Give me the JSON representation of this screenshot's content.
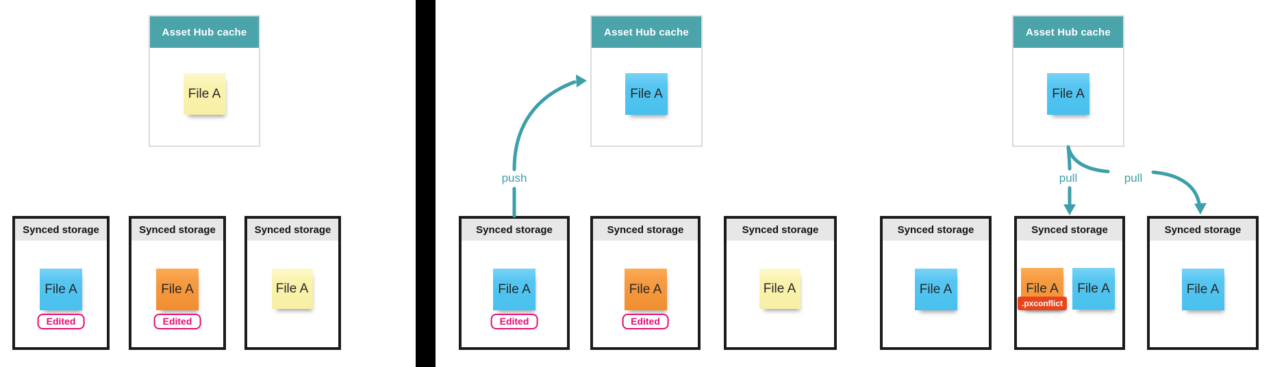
{
  "colors": {
    "teal_header": "#4aa4aa",
    "arrow_teal": "#3d9fa8",
    "note_blue": "#54c6f1",
    "note_orange": "#f69c42",
    "note_yellow": "#faf3ae",
    "edited_pink": "#e40d72",
    "conflict_red": "#e8451d",
    "storage_header_gray": "#e7e7e7",
    "storage_border": "#1b1b1b",
    "divider_black": "#000000"
  },
  "panels": [
    {
      "cache": {
        "title": "Asset Hub cache",
        "file": {
          "label": "File A",
          "color": "yellow"
        }
      },
      "storages": [
        {
          "title": "Synced storage",
          "files": [
            {
              "label": "File A",
              "color": "blue"
            }
          ],
          "badge": "Edited"
        },
        {
          "title": "Synced storage",
          "files": [
            {
              "label": "File A",
              "color": "orange"
            }
          ],
          "badge": "Edited"
        },
        {
          "title": "Synced storage",
          "files": [
            {
              "label": "File A",
              "color": "yellow"
            }
          ]
        }
      ]
    },
    {
      "cache": {
        "title": "Asset Hub cache",
        "file": {
          "label": "File A",
          "color": "blue"
        }
      },
      "storages": [
        {
          "title": "Synced storage",
          "files": [
            {
              "label": "File A",
              "color": "blue"
            }
          ],
          "badge": "Edited"
        },
        {
          "title": "Synced storage",
          "files": [
            {
              "label": "File A",
              "color": "orange"
            }
          ],
          "badge": "Edited"
        },
        {
          "title": "Synced storage",
          "files": [
            {
              "label": "File A",
              "color": "yellow"
            }
          ]
        }
      ]
    },
    {
      "cache": {
        "title": "Asset Hub cache",
        "file": {
          "label": "File A",
          "color": "blue"
        }
      },
      "storages": [
        {
          "title": "Synced storage",
          "files": [
            {
              "label": "File A",
              "color": "blue"
            }
          ]
        },
        {
          "title": "Synced storage",
          "files": [
            {
              "label": "File A",
              "color": "orange",
              "conflict_badge": ".pxconflict"
            },
            {
              "label": "File A",
              "color": "blue"
            }
          ]
        },
        {
          "title": "Synced storage",
          "files": [
            {
              "label": "File A",
              "color": "blue"
            }
          ]
        }
      ]
    }
  ],
  "arrows": [
    {
      "id": "push",
      "label": "push"
    },
    {
      "id": "pull-left",
      "label": "pull"
    },
    {
      "id": "pull-right",
      "label": "pull"
    }
  ]
}
